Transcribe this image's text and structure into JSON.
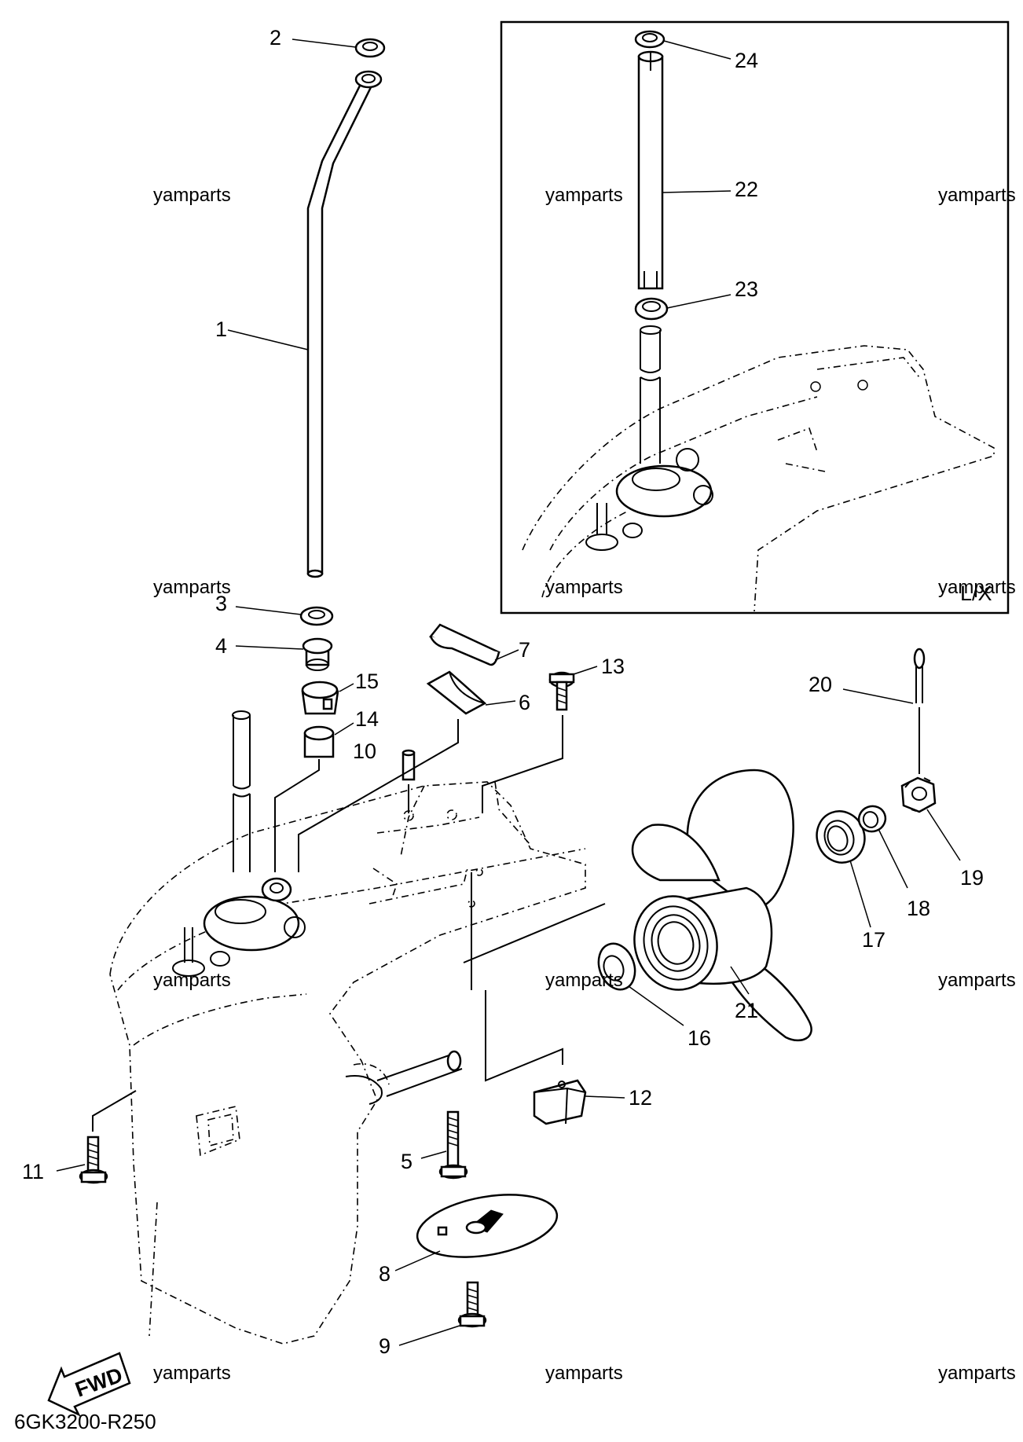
{
  "diagram": {
    "code": "6GK3200-R250",
    "inset_label": "L/X",
    "fwd_label": "FWD",
    "watermark": "yamparts",
    "callouts": {
      "p1": "1",
      "p2": "2",
      "p3": "3",
      "p4": "4",
      "p5": "5",
      "p6": "6",
      "p7": "7",
      "p8": "8",
      "p9": "9",
      "p10": "10",
      "p11": "11",
      "p12": "12",
      "p13": "13",
      "p14": "14",
      "p15": "15",
      "p16": "16",
      "p17": "17",
      "p18": "18",
      "p19": "19",
      "p20": "20",
      "p21": "21",
      "p22": "22",
      "p23": "23",
      "p24": "24"
    }
  }
}
